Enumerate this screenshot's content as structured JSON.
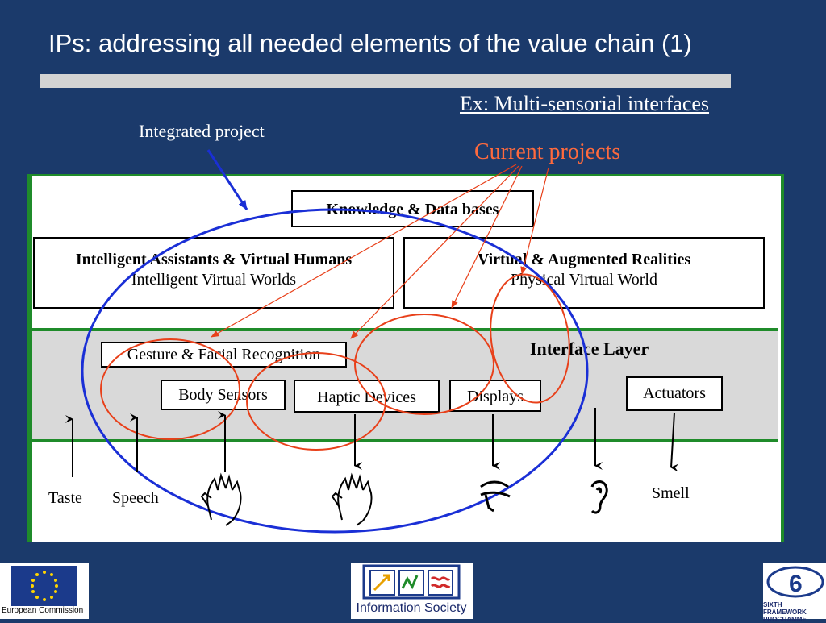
{
  "slide": {
    "title": "IPs: addressing all needed elements of the value chain (1)",
    "example_link": "Ex: Multi-sensorial interfaces ",
    "integrated_project_label": "Integrated project",
    "current_projects_label": "Current projects"
  },
  "diagram": {
    "knowledge_box": "Knowledge & Data bases",
    "assistants_box": {
      "line1": "Intelligent Assistants & Virtual Humans",
      "line2": "Intelligent Virtual Worlds"
    },
    "realities_box": {
      "line1": "Virtual & Augmented Realities",
      "line2": "Physical Virtual World"
    },
    "interface_layer_label": "Interface Layer",
    "gesture_box": "Gesture & Facial Recognition",
    "body_sensors_box": "Body Sensors",
    "haptic_box": "Haptic Devices",
    "displays_box": "Displays",
    "actuators_box": "Actuators",
    "senses": {
      "taste": "Taste",
      "speech": "Speech",
      "smell": "Smell"
    }
  },
  "footer": {
    "eu_logo_text": "European Commission",
    "is_logo_text": "Information Society",
    "fp_logo_text": "SIXTH FRAMEWORK PROGRAMME"
  },
  "colors": {
    "background": "#1b3a6b",
    "frame_green": "#1f8b2a",
    "ip_ellipse_blue": "#1a2fd6",
    "project_red": "#e8401a",
    "band_grey": "#d9d9d9"
  },
  "icons": [
    "hand-icon",
    "hand-icon",
    "eye-icon",
    "ear-icon"
  ]
}
